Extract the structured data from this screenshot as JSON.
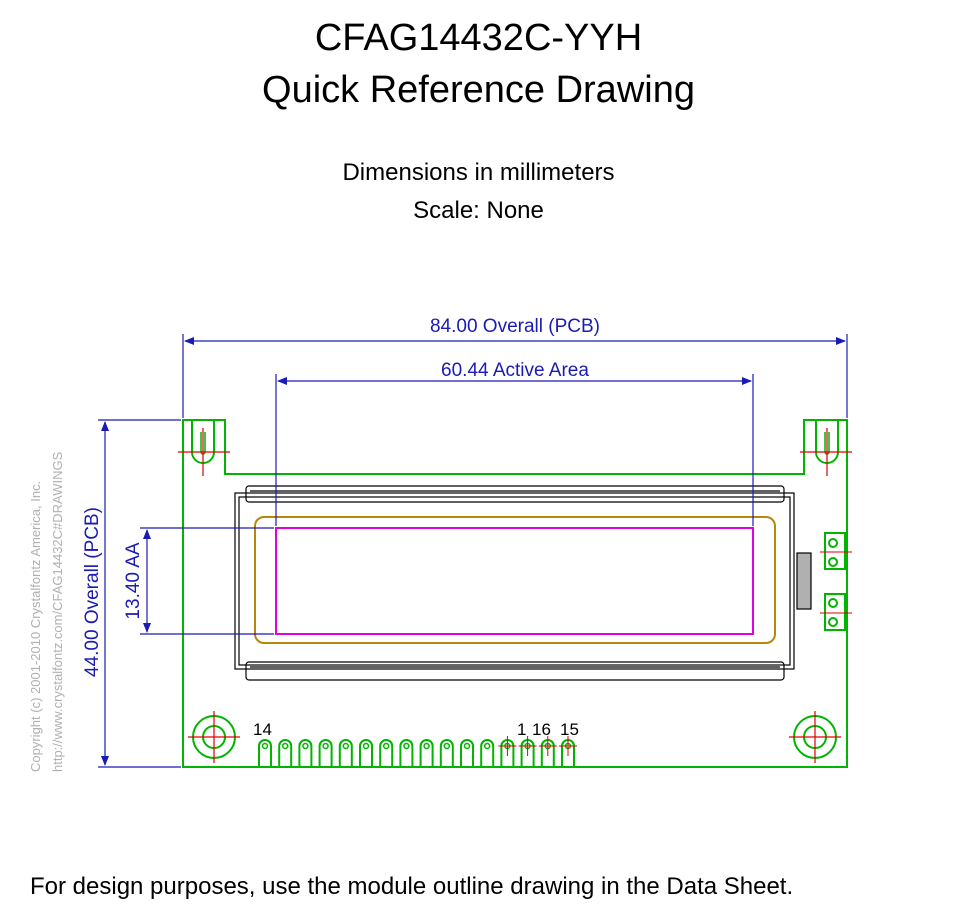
{
  "header": {
    "title_line1": "CFAG14432C-YYH",
    "title_line2": "Quick Reference Drawing",
    "subtitle_line1": "Dimensions in millimeters",
    "subtitle_line2": "Scale: None"
  },
  "dimensions": {
    "overall_width": "84.00 Overall (PCB)",
    "active_width": "60.44 Active Area",
    "overall_height": "44.00 Overall (PCB)",
    "active_height": "13.40 AA"
  },
  "pins": {
    "label_left": "14",
    "label_mid_a": "1",
    "label_mid_b": "16",
    "label_right": "15",
    "count": 16
  },
  "copyright": {
    "line1": "Copyright (c) 2001-2010 Crystalfontz America, Inc.",
    "line2": "http://www.crystalfontz.com/CFAG14432C#DRAWINGS"
  },
  "colors": {
    "pcb_outline": "#00b400",
    "dimension": "#1a1ab5",
    "active_area": "#e000e0",
    "viewing_area": "#b8860b",
    "crosshair": "#e00000",
    "bezel": "#000000"
  },
  "footer": {
    "note": "For design purposes, use the module outline drawing in the Data Sheet."
  }
}
